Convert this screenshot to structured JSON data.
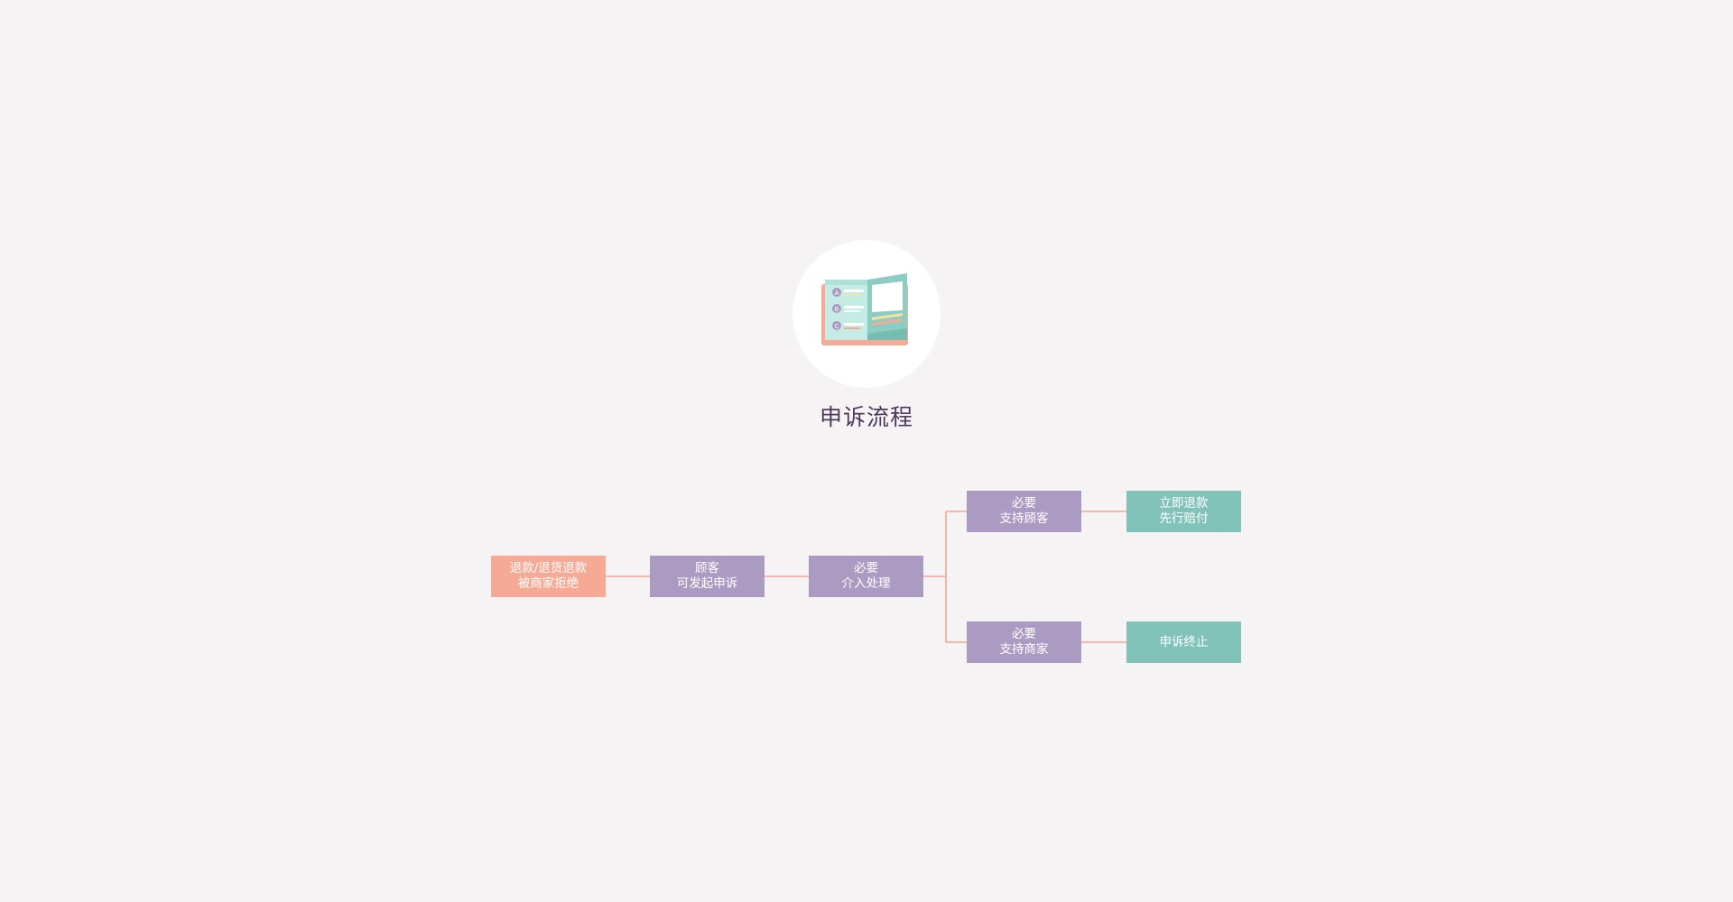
{
  "header": {
    "title": "申诉流程",
    "icon": "open-book-icon"
  },
  "colors": {
    "background": "#f6f3f4",
    "start_node": "#f6aa96",
    "process_node": "#ab9ac2",
    "result_node": "#82c3b9",
    "connector": "#f4a593",
    "title_text": "#4d3a5c"
  },
  "flow": {
    "start": {
      "line1": "退款/退货退款",
      "line2": "被商家拒绝"
    },
    "customer": {
      "line1": "顾客",
      "line2": "可发起申诉"
    },
    "intervene": {
      "line1": "必要",
      "line2": "介入处理"
    },
    "support_customer": {
      "line1": "必要",
      "line2": "支持顾客"
    },
    "support_merchant": {
      "line1": "必要",
      "line2": "支持商家"
    },
    "refund": {
      "line1": "立即退款",
      "line2": "先行赔付"
    },
    "terminate": {
      "line1": "申诉终止"
    }
  }
}
